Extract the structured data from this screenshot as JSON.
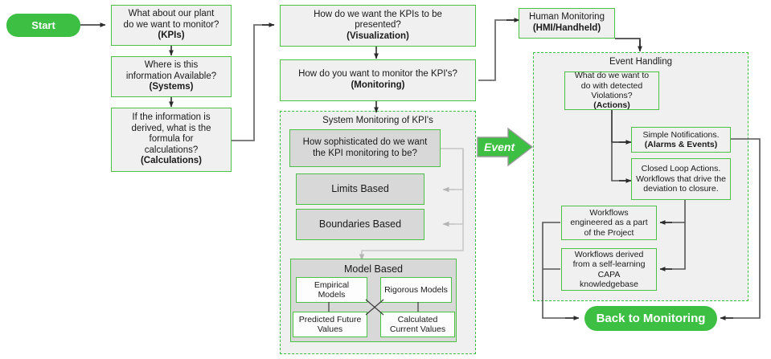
{
  "diagram": {
    "title": "KPI Monitoring and Event Handling Flowchart",
    "colors": {
      "green": "#3cbf42",
      "node_border": "#4cc144",
      "node_fill": "#f0f0f0",
      "gray_fill": "#d8d8d8",
      "white_fill": "#fdfdfd",
      "connector": "#3a3a3a",
      "connector_light": "#b8b8b8"
    },
    "start": {
      "label": "Start"
    },
    "column_left": [
      {
        "line1": "What about our plant",
        "line2": "do we want to monitor?",
        "tag": "(KPIs)"
      },
      {
        "line1": "Where is this",
        "line2": "information Available?",
        "tag": "(Systems)"
      },
      {
        "line1": "If the information is",
        "line2": "derived, what is the",
        "line3": "formula for",
        "line4": "calculations?",
        "tag": "(Calculations)"
      }
    ],
    "column_mid": [
      {
        "line1": "How do we want the KPIs to be",
        "line2": "presented?",
        "tag": "(Visualization)"
      },
      {
        "line1": "How do you want to monitor the KPI's?",
        "tag": "(Monitoring)"
      }
    ],
    "system_monitoring": {
      "title": "System Monitoring of KPI's",
      "question": {
        "line1": "How sophisticated do we want",
        "line2": "the KPI monitoring to be?"
      },
      "options": [
        {
          "label": "Limits Based"
        },
        {
          "label": "Boundaries Based"
        }
      ],
      "model_based": {
        "title": "Model Based",
        "cells": [
          {
            "line1": "Empirical",
            "line2": "Models"
          },
          {
            "line1": "Rigorous Models"
          },
          {
            "line1": "Predicted Future",
            "line2": "Values"
          },
          {
            "line1": "Calculated",
            "line2": "Current Values"
          }
        ]
      }
    },
    "event_arrow": {
      "label": "Event"
    },
    "human_monitoring": {
      "line1": "Human Monitoring",
      "tag": "(HMI/Handheld)"
    },
    "event_handling": {
      "title": "Event Handling",
      "actions": {
        "line1": "What do we want to",
        "line2": "do with detected",
        "line3": "Violations?",
        "tag": "(Actions)"
      },
      "branches": [
        {
          "line1": "Simple Notifications.",
          "tag": "(Alarms & Events)"
        },
        {
          "line1": "Closed Loop Actions.",
          "line2": "Workflows that drive the",
          "line3": "deviation to closure."
        }
      ],
      "workflows": [
        {
          "line1": "Workflows",
          "line2": "engineered as a part",
          "line3": "of the Project"
        },
        {
          "line1": "Workflows derived",
          "line2": "from a self-learning",
          "line3": "CAPA",
          "line4": "knowledgebase"
        }
      ]
    },
    "back": {
      "label": "Back to Monitoring"
    }
  }
}
